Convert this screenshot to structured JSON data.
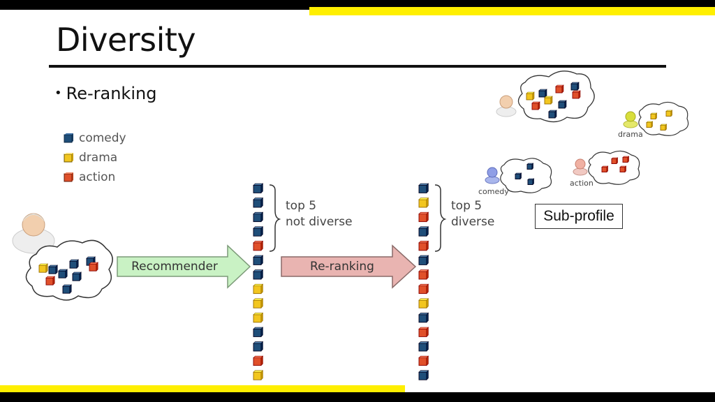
{
  "slide": {
    "title": "Diversity",
    "bullet": "Re-ranking",
    "bullet_marker": "•"
  },
  "legend": [
    {
      "label": "comedy",
      "color": "#1f4e79"
    },
    {
      "label": "drama",
      "color": "#f2c61f"
    },
    {
      "label": "action",
      "color": "#e0502a"
    }
  ],
  "flow": {
    "recommender_label": "Recommender",
    "reranking_label": "Re-ranking",
    "recommender_color": "#c9f2c4",
    "reranking_color": "#e9b4b1"
  },
  "lists": {
    "before": {
      "brace_line1": "top 5",
      "brace_line2": "not diverse",
      "items": [
        "comedy",
        "comedy",
        "comedy",
        "comedy",
        "action",
        "comedy",
        "comedy",
        "drama",
        "drama",
        "drama",
        "comedy",
        "comedy",
        "action",
        "drama"
      ]
    },
    "after": {
      "brace_line1": "top 5",
      "brace_line2": "diverse",
      "items": [
        "comedy",
        "drama",
        "action",
        "comedy",
        "action",
        "comedy",
        "action",
        "action",
        "drama",
        "comedy",
        "action",
        "comedy",
        "action",
        "comedy"
      ]
    }
  },
  "subprofiles": {
    "box_label": "Sub-profile",
    "drama_label": "drama",
    "comedy_label": "comedy",
    "action_label": "action"
  }
}
